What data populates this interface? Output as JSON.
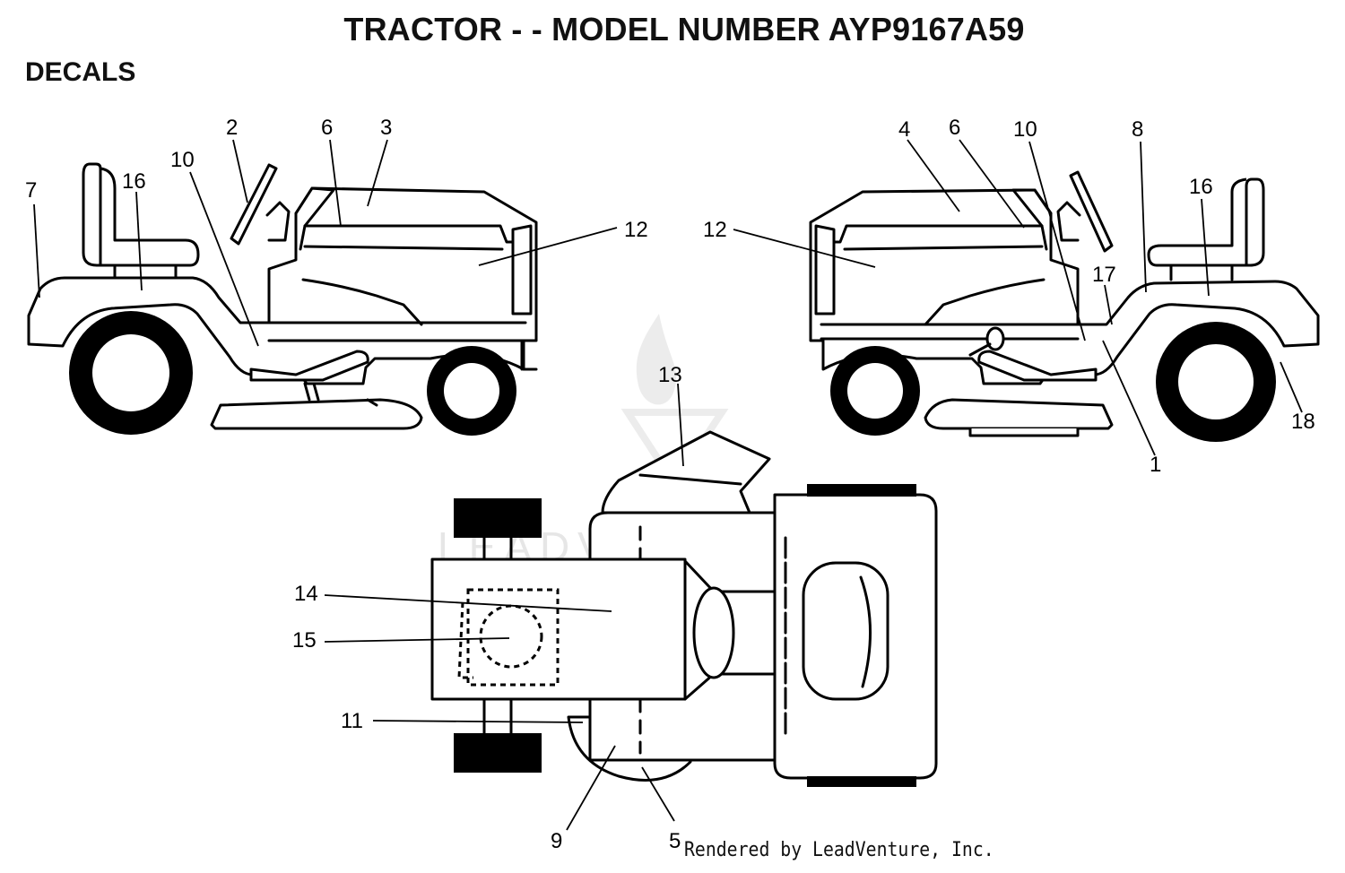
{
  "title": "TRACTOR - - MODEL NUMBER AYP9167A59",
  "section": "DECALS",
  "credit": "Rendered by LeadVenture, Inc.",
  "watermark": "LEADVENTURE",
  "callouts": {
    "left": {
      "c7": "7",
      "c16": "16",
      "c10": "10",
      "c2": "2",
      "c6": "6",
      "c3": "3",
      "c12": "12"
    },
    "right": {
      "c4": "4",
      "c6": "6",
      "c10": "10",
      "c8": "8",
      "c16": "16",
      "c12": "12",
      "c17": "17",
      "c18": "18",
      "c1": "1"
    },
    "top": {
      "c13": "13",
      "c14": "14",
      "c15": "15",
      "c11": "11",
      "c9": "9",
      "c5": "5"
    }
  }
}
